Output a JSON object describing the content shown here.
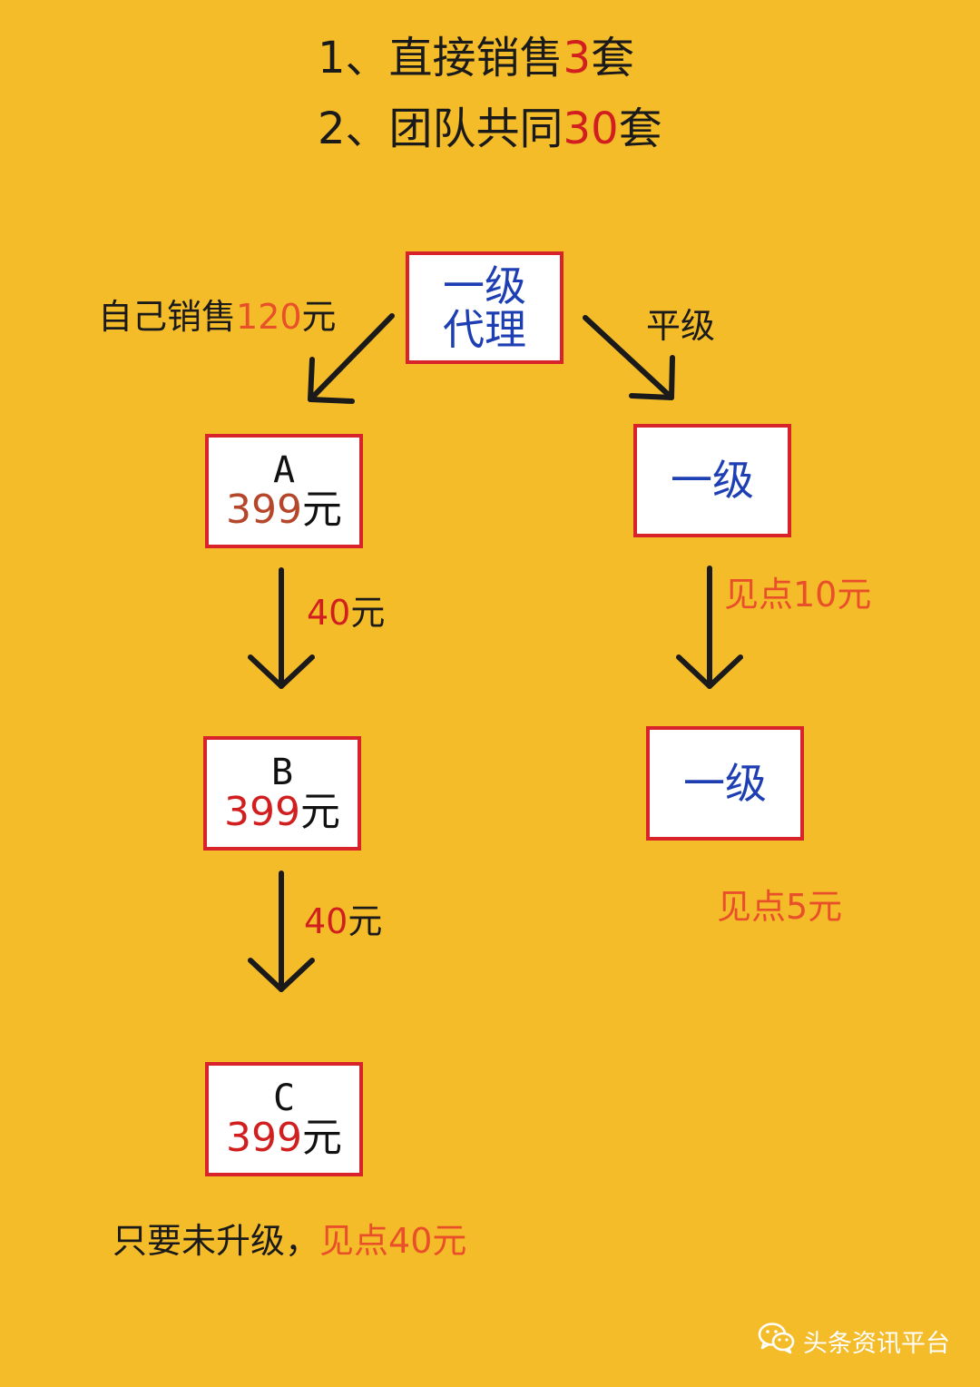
{
  "header": {
    "line1": {
      "prefix": "1、直接销售",
      "number": "3",
      "suffix": "套"
    },
    "line2": {
      "prefix": "2、团队共同",
      "number": "30",
      "suffix": "套"
    }
  },
  "top_box": {
    "line1": "一级",
    "line2": "代理"
  },
  "left_arrow_label": {
    "text": "自己销售",
    "amount": "120",
    "unit": "元"
  },
  "right_arrow_label": "平级",
  "box_a": {
    "letter": "A",
    "amount": "399",
    "unit": "元"
  },
  "arrow_ab_label": {
    "amount": "40",
    "unit": "元"
  },
  "box_b": {
    "letter": "B",
    "amount": "399",
    "unit": "元"
  },
  "arrow_bc_label": {
    "amount": "40",
    "unit": "元"
  },
  "box_c": {
    "letter": "C",
    "amount": "399",
    "unit": "元"
  },
  "right_box_1": "一级",
  "right_arrow_2_label": "见点10元",
  "right_box_2": "一级",
  "right_bottom_note": "见点5元",
  "bottom_note": {
    "prefix": "只要未升级，",
    "highlight": "见点40元"
  },
  "watermark": {
    "text": "头条资讯平台",
    "icon": "wechat-icon"
  },
  "colors": {
    "background": "#F5BC2A",
    "box_border": "#D8232A",
    "red": "#D11F1F",
    "orange": "#E8502A",
    "blue": "#1E3FB3"
  }
}
